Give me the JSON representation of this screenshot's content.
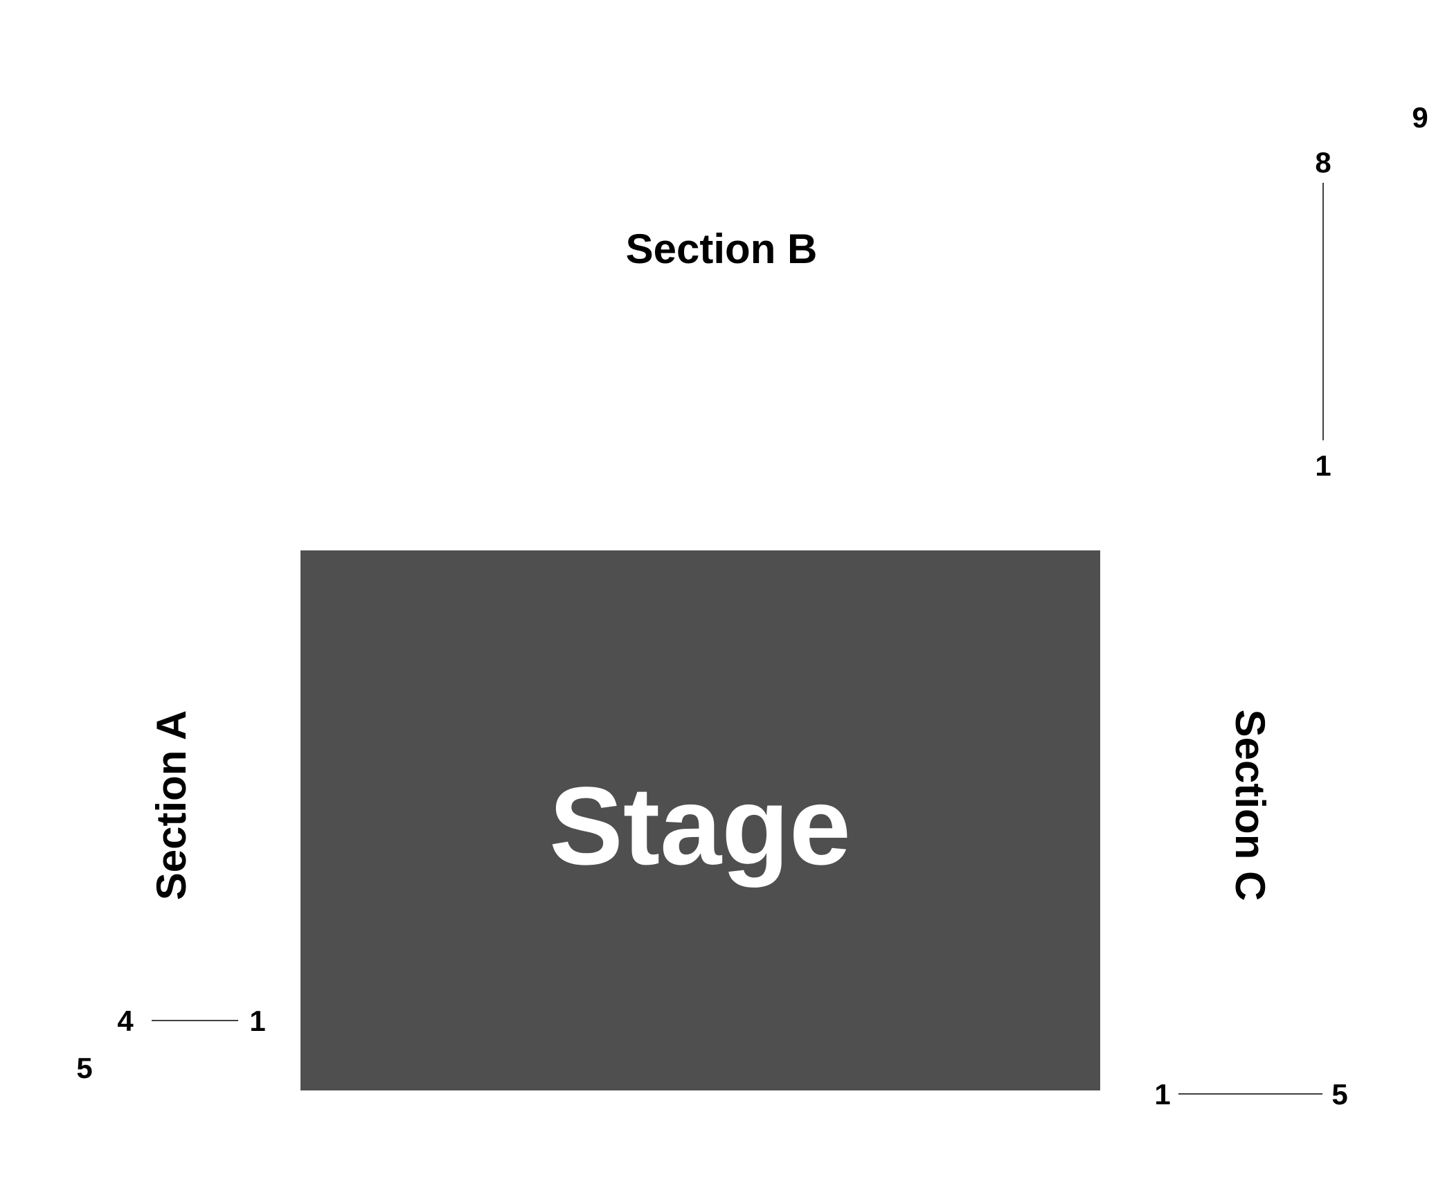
{
  "stage": {
    "label": "Stage",
    "fill": "#4f4f4f",
    "label_color": "#ffffff"
  },
  "sections": {
    "a": {
      "label": "Section A",
      "row_first": "1",
      "row_last": "4",
      "row_extra": "5"
    },
    "b": {
      "label": "Section B",
      "row_first": "1",
      "row_last": "8",
      "row_extra": "9"
    },
    "c": {
      "label": "Section C",
      "row_first": "1",
      "row_last": "5"
    }
  },
  "colors": {
    "text": "#000000",
    "background": "#ffffff"
  }
}
